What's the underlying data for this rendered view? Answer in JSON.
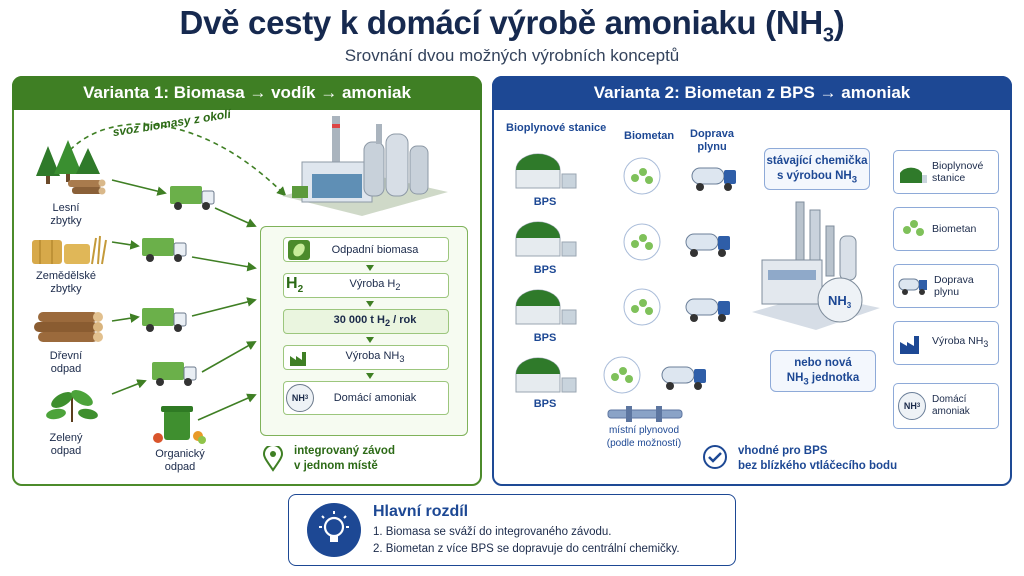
{
  "header": {
    "title": "Dvě cesty k domácí výrobě amoniaku (NH",
    "title_sub": "3",
    "title_end": ")",
    "subtitle": "Srovnání dvou možných výrobních konceptů"
  },
  "variant1": {
    "heading": "Varianta 1: Biomasa → vodík → amoniak",
    "collection_label": "svoz biomasy z okolí",
    "sources": [
      {
        "line1": "Lesní",
        "line2": "zbytky"
      },
      {
        "line1": "Zemědělské",
        "line2": "zbytky"
      },
      {
        "line1": "Dřevní",
        "line2": "odpad"
      },
      {
        "line1": "Zelený",
        "line2": "odpad"
      },
      {
        "line1": "Organický",
        "line2": "odpad"
      }
    ],
    "steps": {
      "s1": "Odpadní biomasa",
      "s2": "Výroba H",
      "s2_sub": "2",
      "s3_a": "30 000 t H",
      "s3_sub": "2",
      "s3_b": " / rok",
      "s4": "Výroba NH",
      "s4_sub": "3",
      "s5": "Domácí amoniak",
      "h2_icon_text": "H",
      "h2_icon_sub": "2",
      "nh3_tank_text": "NH",
      "nh3_tank_sub": "3"
    },
    "note_line1": "integrovaný závod",
    "note_line2": "v jednom místě"
  },
  "variant2": {
    "heading": "Varianta 2: Biometan z BPS → amoniak",
    "col_bps": "Bioplynové stanice",
    "col_biomethane": "Biometan",
    "col_transport_1": "Doprava",
    "col_transport_2": "plynu",
    "bps_label": "BPS",
    "callout_existing_1": "stávající chemička",
    "callout_existing_2": "s výrobou NH",
    "callout_existing_sub": "3",
    "plant_tank_text": "NH",
    "plant_tank_sub": "3",
    "callout_new_1": "nebo nová",
    "callout_new_2": "NH",
    "callout_new_sub": "3",
    "callout_new_3": " jednotka",
    "pipeline_1": "místní plynovod",
    "pipeline_2": "(podle možností)",
    "note_line1": "vhodné pro BPS",
    "note_line2": "bez blízkého vtláčecího bodu",
    "right_steps": {
      "r1_a": "Bioplynové",
      "r1_b": "stanice",
      "r2": "Biometan",
      "r3": "Doprava plynu",
      "r4": "Výroba NH",
      "r4_sub": "3",
      "r5": "Domácí amoniak",
      "r5_icon": "NH",
      "r5_icon_sub": "3"
    }
  },
  "summary": {
    "title": "Hlavní rozdíl",
    "line1": "1. Biomasa se sváží do integrovaného závodu.",
    "line2": "2. Biometan z více BPS se dopravuje do centrální chemičky."
  },
  "colors": {
    "green": "#3f7f24",
    "blue": "#1d4894",
    "navy": "#16294f"
  }
}
